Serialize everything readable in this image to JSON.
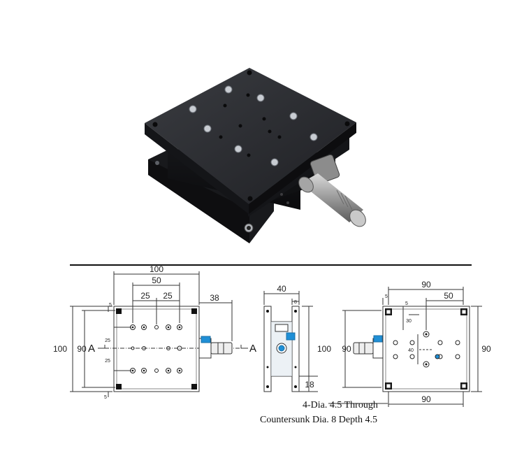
{
  "top_view": {
    "dims": {
      "overall_width": "100",
      "hole_spacing_outer": "50",
      "hole_spacing_left": "25",
      "hole_spacing_right": "25",
      "micrometer_offset": "38",
      "overall_height": "100",
      "inner_height": "90",
      "row_top": "25",
      "row_bottom": "25",
      "edge_top": "5",
      "edge_bottom": "5"
    },
    "section_left": "A",
    "section_right": "A"
  },
  "side_view": {
    "dims": {
      "depth": "40",
      "plate_thickness": "8",
      "height": "100",
      "base_height": "18"
    }
  },
  "bottom_view": {
    "dims": {
      "width_top": "90",
      "hole_spacing": "50",
      "edge_left": "5",
      "edge_small": "5",
      "inner_30": "30",
      "inner_40": "40",
      "height_left": "90",
      "height_right": "90",
      "width_bottom": "90"
    }
  },
  "notes": {
    "line1": "4-Dia. 4.5 Through",
    "line2": "Countersunk Dia. 8 Depth 4.5"
  },
  "colors": {
    "stage_body": "#1c1d20",
    "stage_top": "#2b2d31",
    "micrometer_blue": "#1f8fd6",
    "line": "#333333"
  }
}
